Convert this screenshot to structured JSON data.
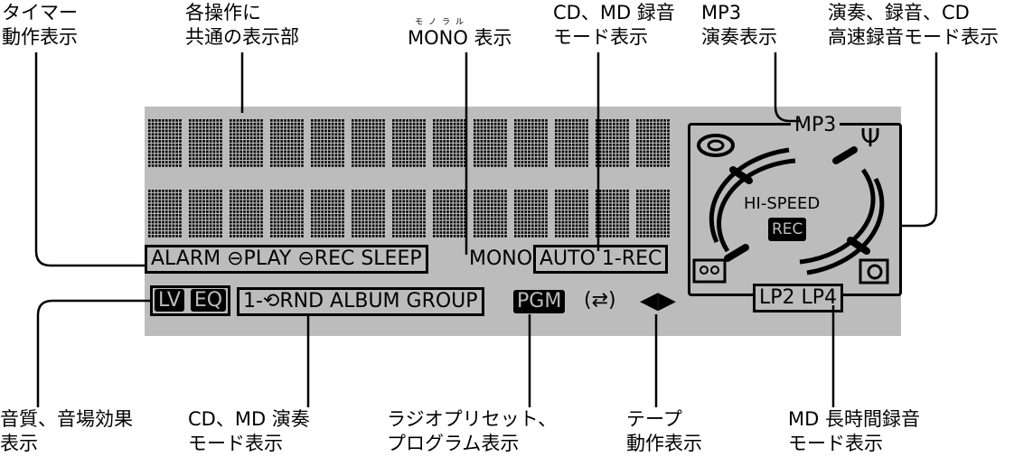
{
  "callouts_top": {
    "timer": [
      "タイマー",
      "動作表示"
    ],
    "common": [
      "各操作に",
      "共通の表示部"
    ],
    "mono_ruby": "モノラル",
    "mono": "MONO 表示",
    "cdmd_rec": [
      "CD、MD 録音",
      "モード表示"
    ],
    "mp3": [
      "MP3",
      "演奏表示"
    ],
    "speed": [
      "演奏、録音、CD",
      "高速録音モード表示"
    ]
  },
  "callouts_bottom": {
    "sound": [
      "音質、音場効果",
      "表示"
    ],
    "cdmd_play": [
      "CD、MD 演奏",
      "モード表示"
    ],
    "radio": [
      "ラジオプリセット、",
      "プログラム表示"
    ],
    "tape": [
      "テープ",
      "動作表示"
    ],
    "md_long": [
      "MD 長時間録音",
      "モード表示"
    ]
  },
  "display": {
    "timer_row": "ALARM ⊖PLAY ⊖REC SLEEP",
    "mono": "MONO",
    "rec_mode": "AUTO  1-REC",
    "lv": "LV",
    "eq": "EQ",
    "play_mode": "1-⟲RND ALBUM GROUP",
    "pgm": "PGM",
    "tape_dir": "(⇄)",
    "tape_arrows": "◀▶",
    "mp3": "MP3",
    "hispeed": "HI-SPEED",
    "rec": "REC",
    "lp": "LP2 LP4",
    "antenna": "Ψ"
  },
  "colors": {
    "panel": "#bcbcbc",
    "segment": "#000000"
  },
  "dot_matrix": {
    "rows": 2,
    "chars_per_row": 13
  }
}
